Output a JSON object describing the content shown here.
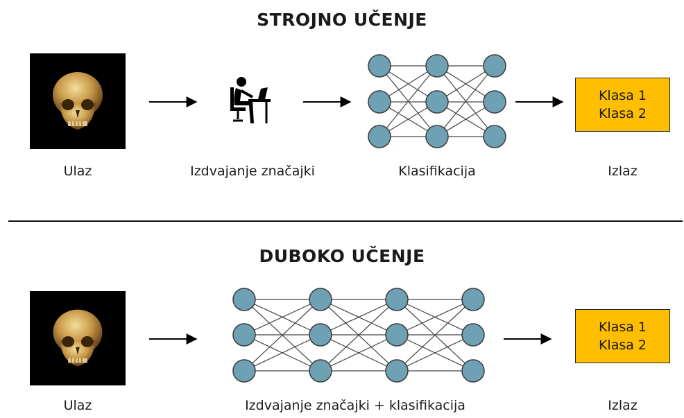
{
  "sections": [
    {
      "title": "STROJNO UČENJE",
      "input_label": "Ulaz",
      "step_labels": [
        "Izdvajanje značajki",
        "Klasifikacija"
      ],
      "output_label": "Izlaz",
      "output_classes": [
        "Klasa 1",
        "Klasa 2"
      ],
      "network_layers": 3
    },
    {
      "title": "DUBOKO UČENJE",
      "input_label": "Ulaz",
      "step_labels": [
        "Izdvajanje značajki + klasifikacija"
      ],
      "output_label": "Izlaz",
      "output_classes": [
        "Klasa 1",
        "Klasa 2"
      ],
      "network_layers": 4
    }
  ],
  "colors": {
    "node_fill": "#6fa1b5",
    "node_stroke": "#3a3a3a",
    "output_fill": "#ffbf00",
    "input_bg": "#000000"
  },
  "icons": [
    "skull-image",
    "person-at-computer-icon",
    "arrow-right-icon"
  ]
}
